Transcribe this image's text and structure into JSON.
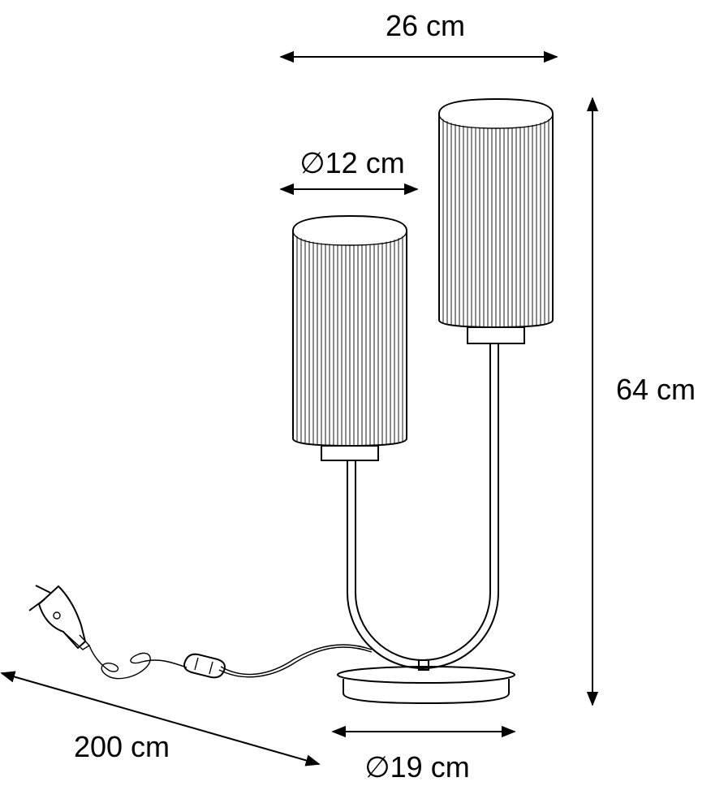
{
  "dimensions": {
    "total_width": "26 cm",
    "shade_diameter": "∅12 cm",
    "height": "64 cm",
    "cable_length": "200 cm",
    "base_diameter": "∅19 cm"
  },
  "colors": {
    "line": "#000000",
    "background": "#ffffff"
  }
}
